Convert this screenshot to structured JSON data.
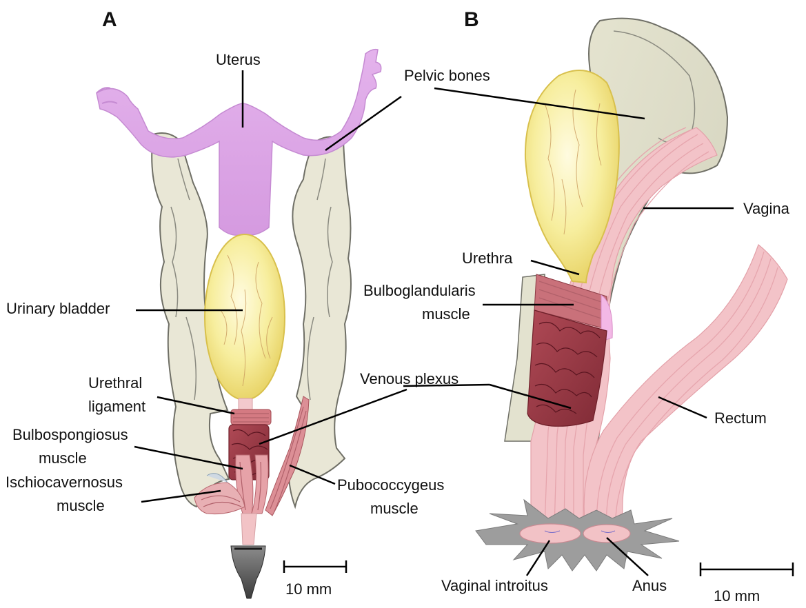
{
  "figure": {
    "panels": [
      {
        "letter": "A",
        "labels": {
          "uterus": "Uterus",
          "pelvic_bones": "Pelvic bones",
          "urinary_bladder": "Urinary bladder",
          "urethral_ligament": [
            "Urethral",
            "ligament"
          ],
          "venous_plexus": "Venous plexus",
          "bulbospongiosus": [
            "Bulbospongiosus",
            "muscle"
          ],
          "ischiocavernosus": [
            "Ischiocavernosus",
            "muscle"
          ],
          "pubococcygeus": [
            "Pubococcygeus",
            "muscle"
          ]
        },
        "scale_bar": "10 mm"
      },
      {
        "letter": "B",
        "labels": {
          "vagina": "Vagina",
          "urethra": "Urethra",
          "bulboglandularis": [
            "Bulboglandularis",
            "muscle"
          ],
          "rectum": "Rectum",
          "vaginal_introitus": "Vaginal introitus",
          "anus": "Anus"
        },
        "scale_bar": "10 mm"
      }
    ]
  },
  "colors": {
    "uterus": "#dda6e6",
    "bladder": "#f5eb9a",
    "bone": "#e9e7d6",
    "muscle_pink": "#f2b8bf",
    "venous_plexus": "#9a3b45",
    "leader_lines": "#000000"
  }
}
